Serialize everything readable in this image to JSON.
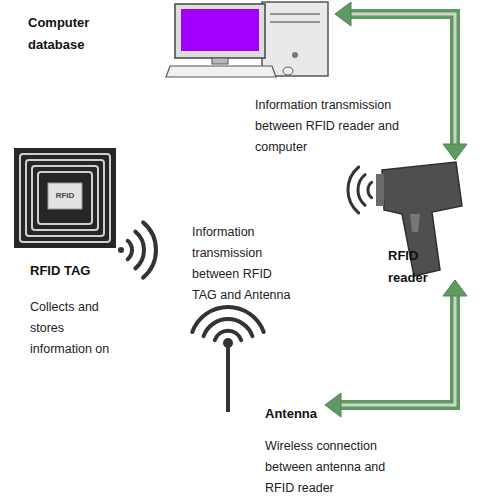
{
  "diagram": {
    "nodes": [
      {
        "text": [
          "Computer database"
        ]
      },
      {
        "text": [
          "RFID TAG",
          "Collects and stores information on"
        ]
      },
      {
        "text": [
          "RFID reader"
        ]
      },
      {
        "text": [
          "Antenna",
          "Wireless connection between antenna and RFID reader"
        ]
      }
    ],
    "edges": [
      {
        "from": 0,
        "to": 2,
        "arrow": "both",
        "label": "Information transmission between RFID reader and computer"
      },
      {
        "from": 3,
        "to": 2,
        "arrow": "both"
      }
    ],
    "labels": [
      "Information transmission between RFID TAG and Antenna",
      "RFID"
    ]
  }
}
